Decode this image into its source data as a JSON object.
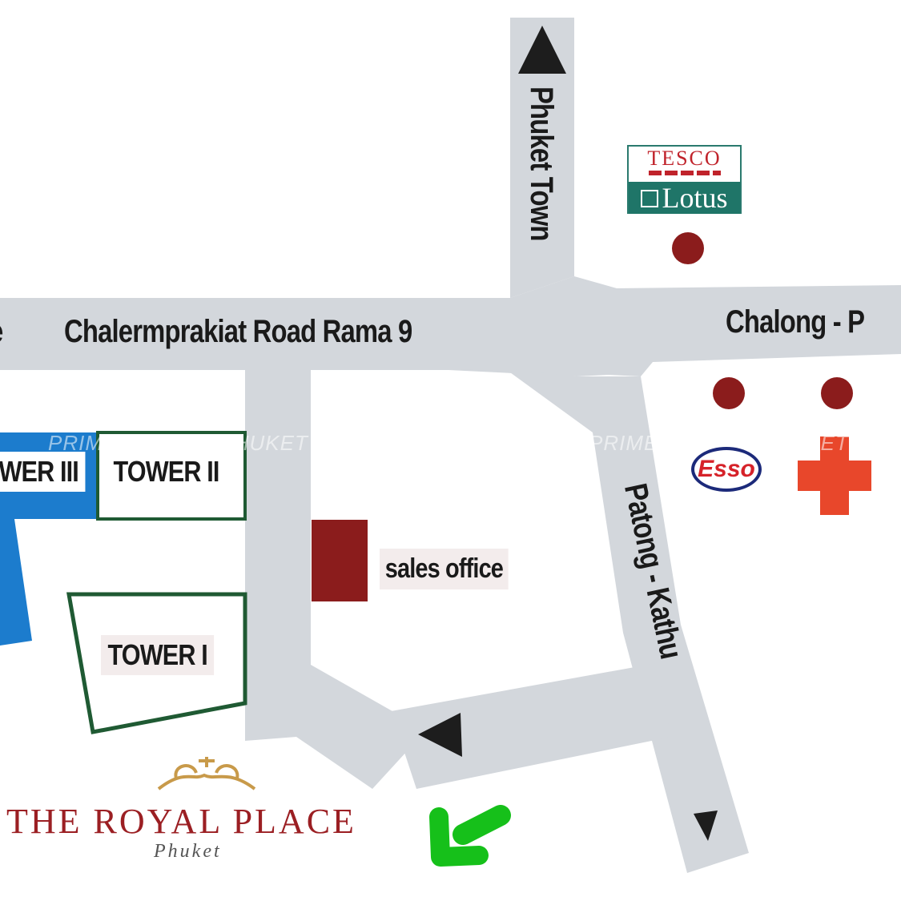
{
  "roads": {
    "main_road": "Chalermprakiat Road Rama 9",
    "north_road": "Phuket Town",
    "east_road": "Chalong - P",
    "diagonal_road": "Patong - Kathu",
    "west_stub": "e"
  },
  "buildings": {
    "tower_3": "WER III",
    "tower_2": "TOWER II",
    "tower_1": "TOWER I",
    "sales_office": "sales office"
  },
  "landmarks": {
    "tesco_top": "TESCO",
    "tesco_bottom": "Lotus",
    "esso": "Esso"
  },
  "brand": {
    "name": "THE ROYAL PLACE",
    "sub": "Phuket"
  },
  "watermark": "PRIME GLOBAL PHUKET",
  "colors": {
    "road": "#d3d7dc",
    "tower_blue": "#1c7ccd",
    "tower_outline": "#1f5a33",
    "marker": "#8b1c1c",
    "cross": "#e8472b",
    "arrow_green": "#16c01a",
    "crown_gold": "#c89a4a"
  }
}
